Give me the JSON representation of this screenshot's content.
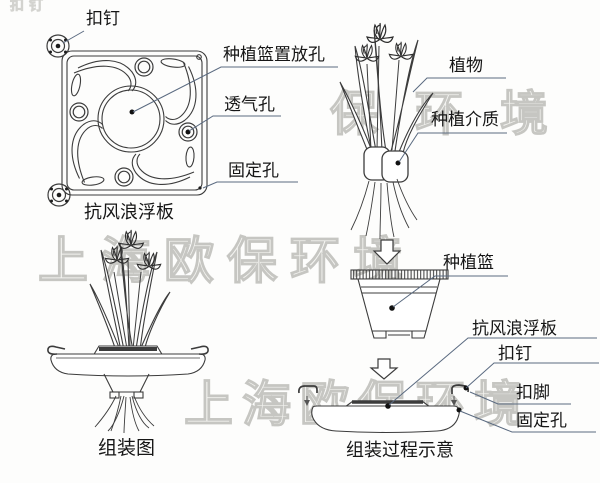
{
  "colors": {
    "background": "#fdfdfc",
    "line_art": "#3c3c3c",
    "leader_line": "#5a6a80",
    "label_text": "#161616",
    "watermark": "#c6c6c2"
  },
  "watermark": {
    "top_right": "保环境",
    "middle": "上海欧保环境",
    "bottom": "上海欧保环境",
    "corner_fragment": "扣钉"
  },
  "board_top_view": {
    "label_buckle_pin": "扣钉",
    "label_basket_hole": "种植篮置放孔",
    "label_vent_hole": "透气孔",
    "label_fixing_hole": "固定孔",
    "caption": "抗风浪浮板"
  },
  "plant_unit": {
    "label_plant": "植物",
    "label_medium": "种植介质"
  },
  "basket": {
    "label": "种植篮"
  },
  "assembled_view": {
    "caption": "组装图"
  },
  "assembly_process": {
    "label_float_board": "抗风浪浮板",
    "label_buckle_pin": "扣钉",
    "label_buckle_foot": "扣脚",
    "label_fixing_hole": "固定孔",
    "caption": "组装过程示意"
  }
}
